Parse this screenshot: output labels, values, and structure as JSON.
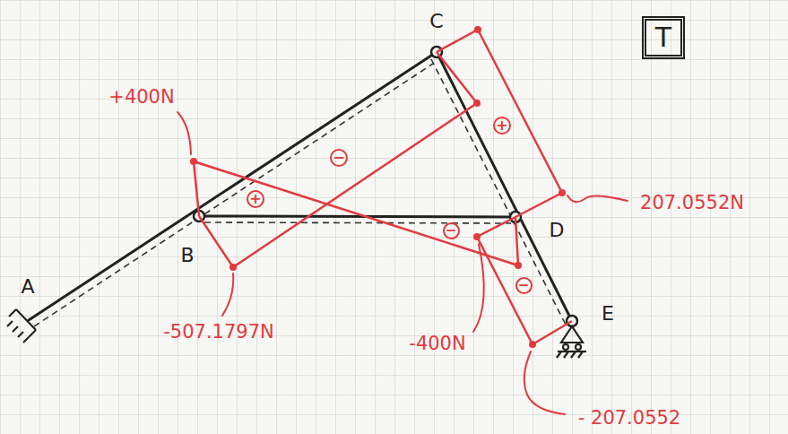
{
  "diagram": {
    "nodes": [
      {
        "text": [
          "T"
        ]
      },
      {
        "text": [
          "+"
        ]
      },
      {
        "text": [
          "−"
        ]
      },
      {
        "text": [
          "+"
        ]
      },
      {
        "text": [
          "−"
        ]
      },
      {
        "text": [
          "−"
        ]
      }
    ],
    "labels": [
      "C",
      "+400N",
      "207.0552N",
      "B",
      "D",
      "A",
      "-507.1797N",
      "-400N",
      "E",
      "- 207.0552"
    ]
  }
}
